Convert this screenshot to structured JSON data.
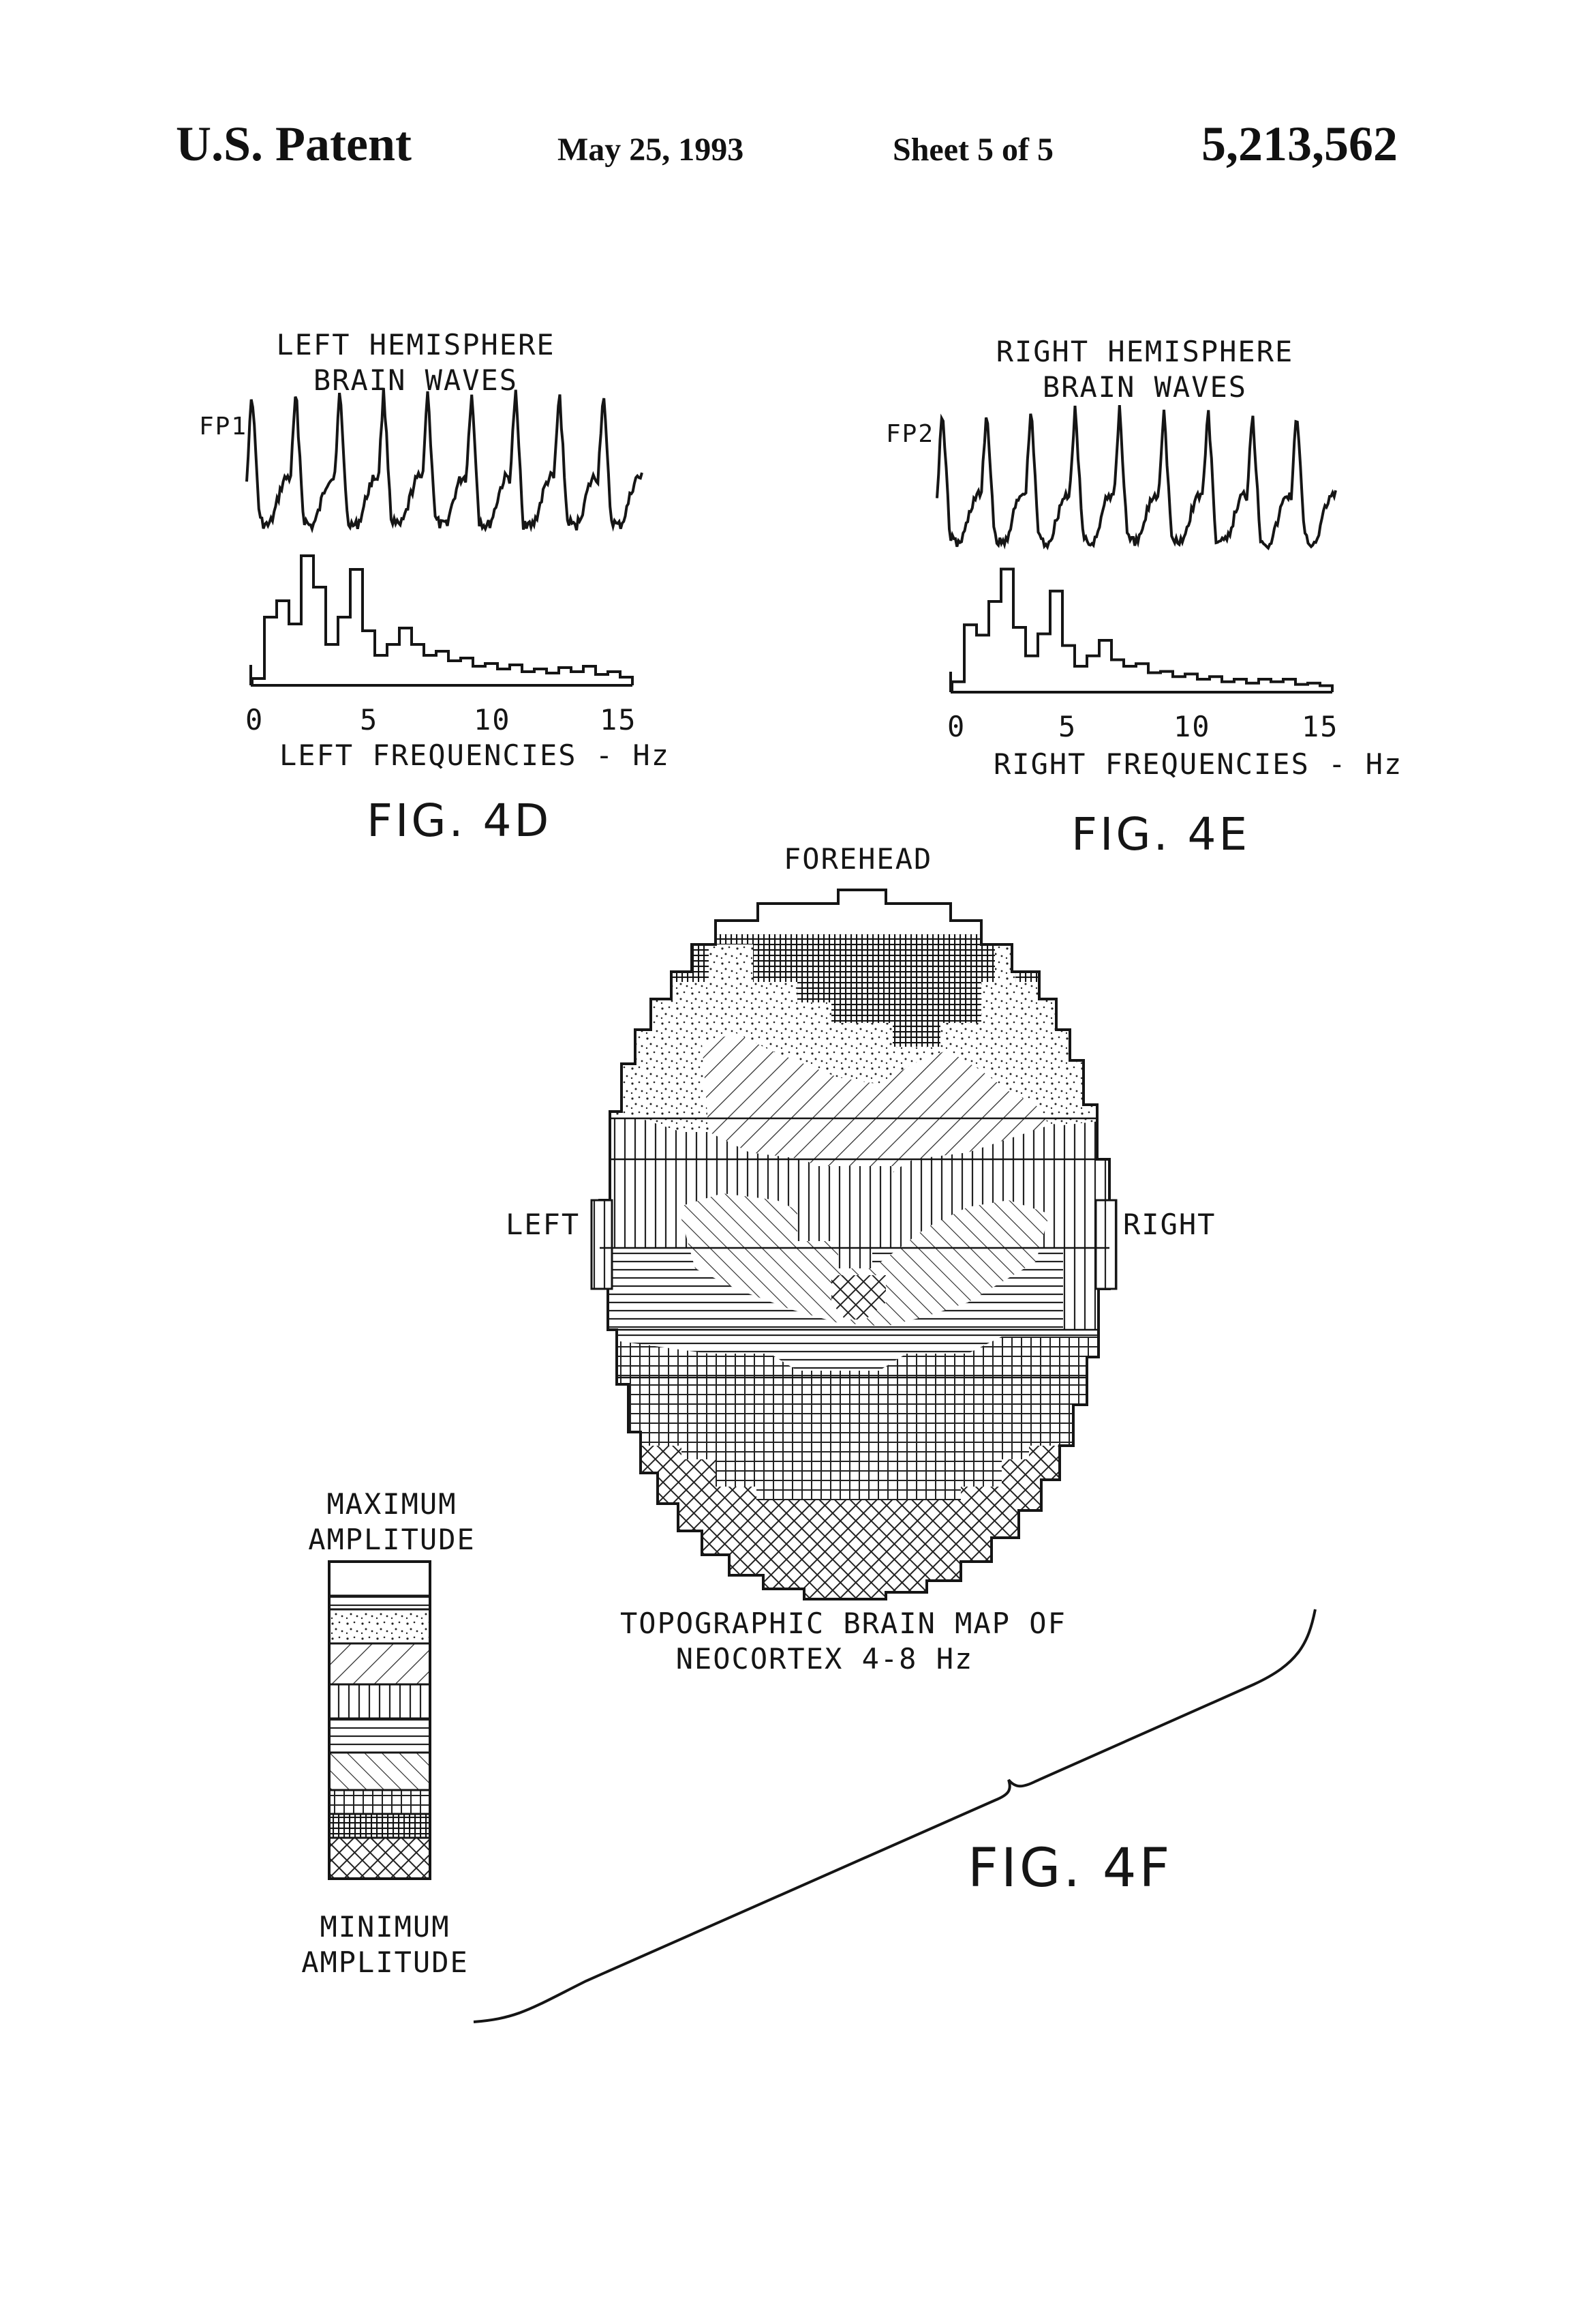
{
  "header": {
    "patent": "U.S. Patent",
    "date": "May 25, 1993",
    "sheet": "Sheet 5 of 5",
    "number": "5,213,562"
  },
  "fig4d": {
    "title_line1": "LEFT HEMISPHERE",
    "title_line2": "BRAIN WAVES",
    "channel": "FP1",
    "ticks": [
      "0",
      "5",
      "10",
      "15"
    ],
    "xlabel": "LEFT FREQUENCIES - Hz",
    "caption": "FIG. 4D"
  },
  "fig4e": {
    "title_line1": "RIGHT HEMISPHERE",
    "title_line2": "BRAIN WAVES",
    "channel": "FP2",
    "ticks": [
      "0",
      "5",
      "10",
      "15"
    ],
    "xlabel": "RIGHT FREQUENCIES - Hz",
    "caption": "FIG. 4E"
  },
  "fig4f": {
    "forehead": "FOREHEAD",
    "left": "LEFT",
    "right": "RIGHT",
    "map_title_line1": "TOPOGRAPHIC BRAIN MAP OF",
    "map_title_line2": "NEOCORTEX 4-8 Hz",
    "legend_max_line1": "MAXIMUM",
    "legend_max_line2": "AMPLITUDE",
    "legend_min_line1": "MINIMUM",
    "legend_min_line2": "AMPLITUDE",
    "caption": "FIG. 4F"
  },
  "colors": {
    "ink": "#151515",
    "paper": "#ffffff"
  },
  "chart_data": [
    {
      "type": "bar",
      "x": [
        0.0,
        0.5,
        1.0,
        1.5,
        2.0,
        2.5,
        3.0,
        3.5,
        4.0,
        4.5,
        5.0,
        5.5,
        6.0,
        6.5,
        7.0,
        7.5,
        8.0,
        8.5,
        9.0,
        9.5,
        10.0,
        10.5,
        11.0,
        11.5,
        12.0,
        12.5,
        13.0,
        13.5,
        14.0,
        14.5,
        15.0
      ],
      "values": [
        0.05,
        0.5,
        0.62,
        0.45,
        0.95,
        0.72,
        0.3,
        0.5,
        0.85,
        0.4,
        0.22,
        0.3,
        0.42,
        0.3,
        0.22,
        0.25,
        0.18,
        0.2,
        0.14,
        0.16,
        0.12,
        0.15,
        0.1,
        0.12,
        0.09,
        0.13,
        0.1,
        0.14,
        0.08,
        0.1,
        0.06
      ],
      "xlabel": "LEFT FREQUENCIES - Hz",
      "xticks": [
        0,
        5,
        10,
        15
      ]
    },
    {
      "type": "bar",
      "x": [
        0.0,
        0.5,
        1.0,
        1.5,
        2.0,
        2.5,
        3.0,
        3.5,
        4.0,
        4.5,
        5.0,
        5.5,
        6.0,
        6.5,
        7.0,
        7.5,
        8.0,
        8.5,
        9.0,
        9.5,
        10.0,
        10.5,
        11.0,
        11.5,
        12.0,
        12.5,
        13.0,
        13.5,
        14.0,
        14.5,
        15.0
      ],
      "values": [
        0.08,
        0.52,
        0.44,
        0.7,
        0.95,
        0.5,
        0.28,
        0.45,
        0.78,
        0.36,
        0.2,
        0.28,
        0.4,
        0.25,
        0.2,
        0.22,
        0.15,
        0.16,
        0.12,
        0.14,
        0.1,
        0.12,
        0.08,
        0.1,
        0.07,
        0.1,
        0.08,
        0.1,
        0.06,
        0.07,
        0.05
      ],
      "xlabel": "RIGHT FREQUENCIES - Hz",
      "xticks": [
        0,
        5,
        10,
        15
      ]
    }
  ]
}
